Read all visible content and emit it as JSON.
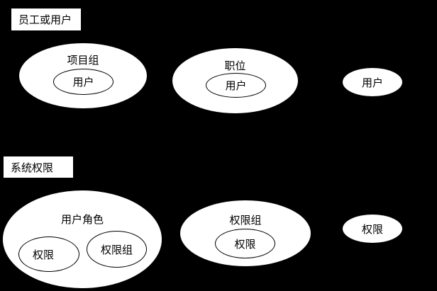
{
  "meta": {
    "background_color": "#000000",
    "shape_fill_color": "#ffffff",
    "outline_color": "#000000",
    "text_color": "#000000"
  },
  "sections": [
    {
      "label": "员工或用户",
      "groups": [
        {
          "title": "项目组",
          "inner": [
            "用户"
          ]
        },
        {
          "title": "职位",
          "inner": [
            "用户"
          ]
        },
        {
          "title": "用户",
          "inner": []
        }
      ]
    },
    {
      "label": "系统权限",
      "groups": [
        {
          "title": "用户角色",
          "inner": [
            "权限",
            "权限组"
          ]
        },
        {
          "title": "权限组",
          "inner": [
            "权限"
          ]
        },
        {
          "title": "权限",
          "inner": []
        }
      ]
    }
  ]
}
